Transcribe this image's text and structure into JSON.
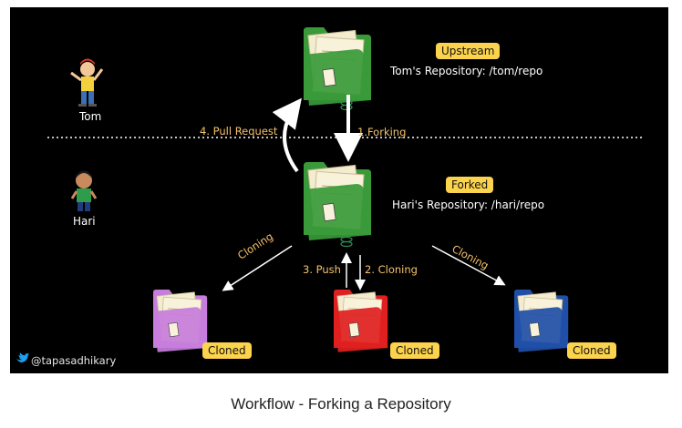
{
  "people": {
    "tom": "Tom",
    "hari": "Hari"
  },
  "upstream": {
    "badge": "Upstream",
    "repo": "Tom's Repository: /tom/repo",
    "color": "#3a9a3a"
  },
  "forked": {
    "badge": "Forked",
    "repo": "Hari's Repository: /hari/repo",
    "color": "#3a9a3a"
  },
  "arrows": {
    "forking": "1.Forking",
    "cloning": "2. Cloning",
    "push": "3. Push",
    "pull_request": "4. Pull Request",
    "cloning_left": "Cloning",
    "cloning_right": "Cloning"
  },
  "clones": [
    {
      "badge": "Cloned",
      "color": "#c77ddc"
    },
    {
      "badge": "Cloned",
      "color": "#e02020"
    },
    {
      "badge": "Cloned",
      "color": "#1f4fa8"
    }
  ],
  "credit": "@tapasadhikary",
  "caption": "Workflow - Forking a Repository",
  "colors": {
    "badge": "#fcd34d",
    "label": "#f5c26b",
    "background": "#000000"
  }
}
